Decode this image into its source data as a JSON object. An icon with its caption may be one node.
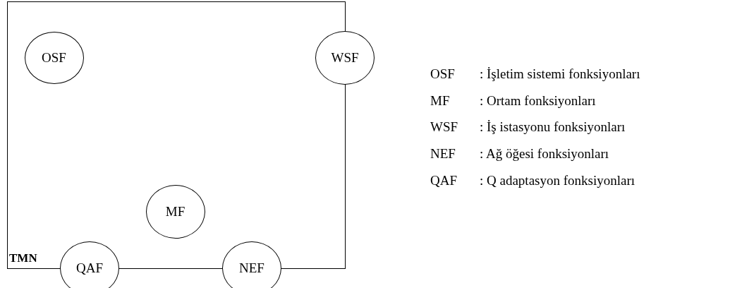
{
  "diagram": {
    "nodes": [
      {
        "text": [
          "TMN"
        ]
      },
      {
        "text": [
          "OSF"
        ],
        "in": 0
      },
      {
        "text": [
          "WSF"
        ]
      },
      {
        "text": [
          "MF"
        ],
        "in": 0
      },
      {
        "text": [
          "QAF"
        ]
      },
      {
        "text": [
          "NEF"
        ]
      }
    ],
    "edges": [],
    "labels": [
      "OSF",
      ": İşletim sistemi fonksiyonları",
      "MF",
      ": Ortam fonksiyonları",
      "WSF",
      ": İş istasyonu fonksiyonları",
      "NEF",
      ": Ağ öğesi fonksiyonları",
      "QAF",
      ": Q adaptasyon fonksiyonları"
    ]
  }
}
